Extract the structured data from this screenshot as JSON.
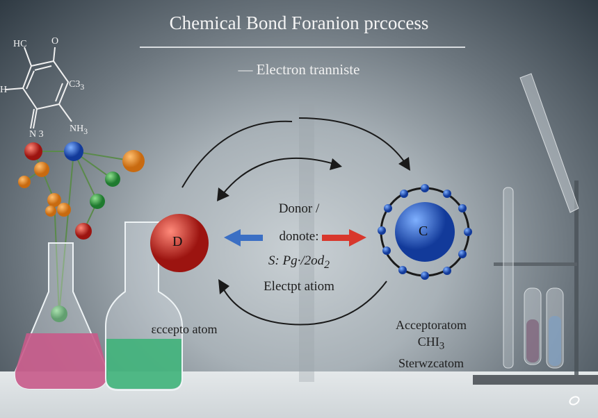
{
  "title": "Chemical Bond Foranion prcocess",
  "subtitle": "— Electron tranniste",
  "structure": {
    "labels": {
      "hc": "HC",
      "o": "O",
      "h": "H",
      "c3": "C3",
      "c3_sub": "3",
      "n3": "N 3",
      "nh": "NH",
      "nh_sub": "3"
    }
  },
  "donor_atom": {
    "label": "D",
    "color": "#c8201a"
  },
  "acceptor_atom": {
    "label": "C",
    "color": "#1f55c0"
  },
  "center": {
    "line1": "Donor /",
    "line2": "donote:",
    "line3": "S: Pg·/2od",
    "line3_sub": "2",
    "line4": "Electpt atiom"
  },
  "left_caption": "ɛccepto atom",
  "right_caption": {
    "line1": "Acceptoratom",
    "line2": "CHI",
    "line2_sub": "3",
    "line3": "Sterwzcatom"
  },
  "colors": {
    "blue_arrow": "#3b6fc4",
    "red_arrow": "#d8372c",
    "pink_liquid": "#c85a8a",
    "green_liquid": "#3fb37a"
  }
}
